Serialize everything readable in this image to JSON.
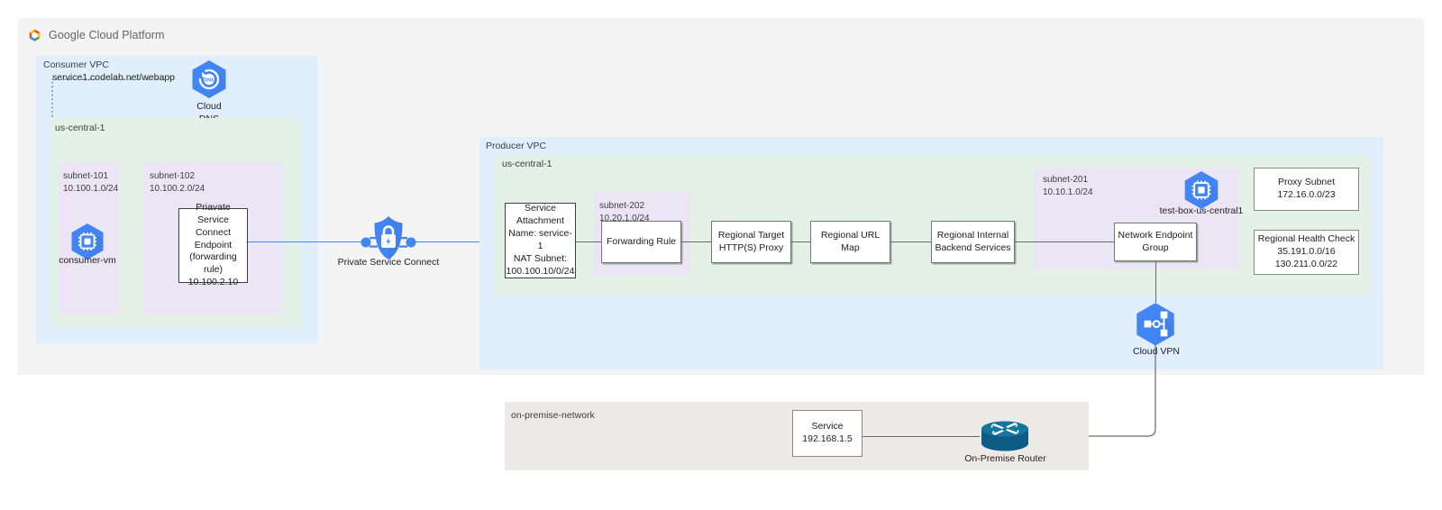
{
  "brand": {
    "name": "Google Cloud Platform",
    "logo_icon": "google-cloud-logo-icon"
  },
  "consumer_vpc": {
    "title": "Consumer VPC",
    "dns_record": "service1.codelab.net/webapp",
    "cloud_dns": {
      "label_line1": "Cloud",
      "label_line2": "DNS",
      "icon": "cloud-dns-icon"
    },
    "region": "us-central-1",
    "subnets": [
      {
        "name": "subnet-101",
        "cidr": "10.100.1.0/24"
      },
      {
        "name": "subnet-102",
        "cidr": "10.100.2.0/24"
      }
    ],
    "vm": {
      "label": "consumer-vm",
      "icon": "compute-engine-vm-icon"
    },
    "psc_endpoint": {
      "line1": "Priavate Service",
      "line2": "Connect Endpoint",
      "line3": "(forwarding rule)",
      "line4": "10.100.2.10"
    }
  },
  "psc": {
    "label": "Private Service Connect",
    "icon": "private-service-connect-icon"
  },
  "producer_vpc": {
    "title": "Producer VPC",
    "region": "us-central-1",
    "service_attachment": {
      "line1": "Service",
      "line2": "Attachment",
      "line3": "Name: service-1",
      "line4": "NAT Subnet:",
      "line5": "100.100.10/0/24"
    },
    "subnet_202": {
      "name": "subnet-202",
      "cidr": "10.20.1.0/24"
    },
    "forwarding_rule": "Forwarding Rule",
    "target_proxy": {
      "line1": "Regional Target",
      "line2": "HTTP(S) Proxy"
    },
    "url_map": "Regional URL Map",
    "backend_services": {
      "line1": "Regional Internal",
      "line2": "Backend Services"
    },
    "subnet_201": {
      "name": "subnet-201",
      "cidr": "10.10.1.0/24"
    },
    "test_box": {
      "label": "test-box-us-central1",
      "icon": "compute-engine-vm-icon"
    },
    "neg": {
      "line1": "Network Endpoint",
      "line2": "Group"
    },
    "proxy_subnet": {
      "line1": "Proxy Subnet",
      "line2": "172.16.0.0/23"
    },
    "health_check": {
      "line1": "Regional Health Check",
      "line2": "35.191.0.0/16",
      "line3": "130.211.0.0/22"
    },
    "cloud_vpn": {
      "label": "Cloud VPN",
      "icon": "cloud-vpn-icon"
    }
  },
  "on_premise": {
    "title": "on-premise-network",
    "service": {
      "line1": "Service",
      "line2": "192.168.1.5"
    },
    "router": {
      "label": "On-Premise Router",
      "icon": "on-premise-router-icon"
    }
  },
  "colors": {
    "vpc_blue": "#e1effc",
    "region_green": "#e3f1e6",
    "subnet_purple": "#ece5f5",
    "onprem_beige": "#ede9e6",
    "panel_gray": "#f4f4f4",
    "google_blue": "#4285f4",
    "connector_gray": "#5f6f68",
    "router_teal": "#11679a"
  }
}
